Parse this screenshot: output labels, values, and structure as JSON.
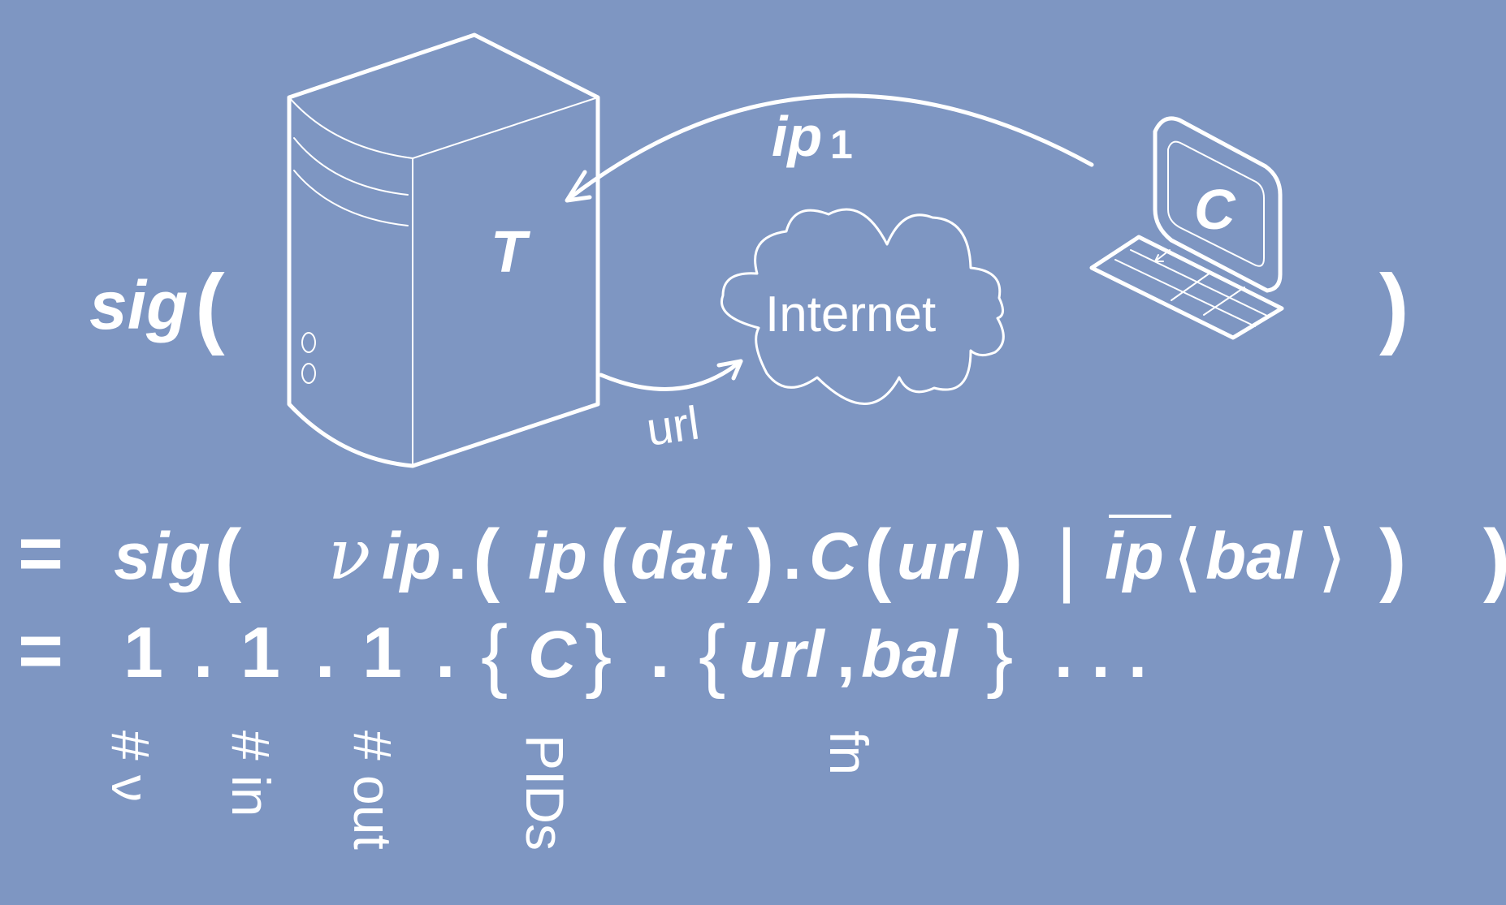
{
  "top": {
    "sig": "sig",
    "open_paren": "(",
    "close_paren": ")",
    "server_label": "T",
    "client_label": "C",
    "cloud_label": "Internet",
    "arrow_ip_label": "ip",
    "arrow_ip_subscript": "1",
    "arrow_url_label": "url"
  },
  "eq1": {
    "equals": "=",
    "sig": "sig",
    "paren_open": "(",
    "nu": "ν",
    "ip": "ip",
    "dot1": ".",
    "paren_open2": "(",
    "ip2": "ip",
    "paren_open3": "(",
    "dat": "dat",
    "paren_close3": ")",
    "dot2": ".",
    "C": "C",
    "paren_open4": "(",
    "url": "url",
    "paren_close4": ")",
    "bar": "|",
    "ip_bar": "ip",
    "langle": "⟨",
    "bal": "bal",
    "rangle": "⟩",
    "paren_close2": ")",
    "paren_close_final": ")"
  },
  "eq2": {
    "equals": "=",
    "one_a": "1",
    "dot_a": ".",
    "one_b": "1",
    "dot_b": ".",
    "one_c": "1",
    "dot_c": ".",
    "brace_open_1": "{",
    "C": "C",
    "brace_close_1": "}",
    "dot_d": ".",
    "brace_open_2": "{",
    "url": "url",
    "comma": ",",
    "bal": "bal",
    "brace_close_2": "}",
    "ellipsis": ". . ."
  },
  "labels": {
    "hash_nu": "# ν",
    "hash_in": "# in",
    "hash_out": "# out",
    "pids": "PIDs",
    "fn": "fn"
  }
}
